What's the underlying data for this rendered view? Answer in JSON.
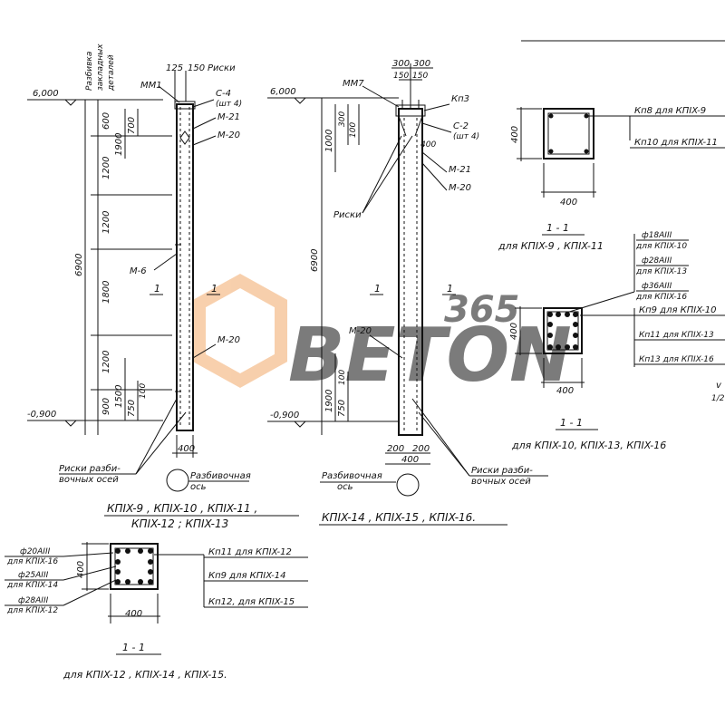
{
  "watermark": {
    "brand": "BETON",
    "sub": "365",
    "color": "#F2A96A"
  },
  "column_left": {
    "level_top": "6,000",
    "level_bottom": "-0,900",
    "side_label_lines": [
      "Разбивка",
      "закладных",
      "деталей"
    ],
    "top_dims": [
      "125",
      "150"
    ],
    "riski_label": "Риски",
    "mm_label": "ММ1",
    "c4_label": "С-4",
    "c4_qty": "(шт 4)",
    "m21_label": "М-21",
    "m20_label": "М-20",
    "m6_label": "М-6",
    "m20_lower_label": "М-20",
    "section_mark": "1",
    "total_height": "6900",
    "segments": [
      "600",
      "1200",
      "1200",
      "1800",
      "1200",
      "900"
    ],
    "inner_dims": [
      "1900",
      "700",
      "1500",
      "750",
      "100"
    ],
    "width_dim": "400",
    "bottom_label_lines": [
      "Риски разби-",
      "вочных осей"
    ],
    "axis_label_lines": [
      "Разбивочная",
      "ось"
    ],
    "caption_lines": [
      "КПIX-9 , КПIX-10 , КПIX-11 ,",
      "КПIX-12 ; КПIX-13"
    ]
  },
  "column_right": {
    "level_top": "6,000",
    "level_bottom": "-0,900",
    "top_dims": [
      "300",
      "300",
      "150",
      "150"
    ],
    "mm_label": "ММ7",
    "kp3_label": "Кп3",
    "c2_label": "С-2",
    "c2_qty": "(шт 4)",
    "m21_label": "М-21",
    "m20_label": "М-20",
    "m20_lower_label": "М-20",
    "riski_label": "Риски",
    "section_mark": "1",
    "total_height": "6900",
    "inner_dims": [
      "1000",
      "300",
      "100",
      "400",
      "1900",
      "100",
      "750"
    ],
    "bottom_dims": [
      "200",
      "200"
    ],
    "width_dim": "400",
    "bottom_label_lines": [
      "Риски разби-",
      "вочных осей"
    ],
    "axis_label_lines": [
      "Разбивочная",
      "ось"
    ],
    "caption": "КПIX-14 , КПIX-15 , КПIX-16."
  },
  "section_a": {
    "title": "1 - 1",
    "dim_side": "400",
    "dim_bottom": "400",
    "callouts": [
      "Кп8 для КПIX-9",
      "Кп10 для КПIX-11"
    ],
    "caption": "для КПIX-9 , КПIX-11"
  },
  "section_b": {
    "title": "1 - 1",
    "dim_side": "400",
    "dim_bottom": "400",
    "bars": [
      {
        "dia": "ф18АIII",
        "note": "для КПIX-10"
      },
      {
        "dia": "ф28АIII",
        "note": "для КПIX-13"
      },
      {
        "dia": "ф36АIII",
        "note": "для КПIX-16"
      }
    ],
    "callouts": [
      "Кп9 для КПIX-10",
      "Кп11 для КПIX-13",
      "Кп13   для КПIX-16"
    ],
    "caption": "для КПIX-10, КПIX-13, КПIX-16"
  },
  "section_c": {
    "title": "1 - 1",
    "dim_side": "400",
    "dim_bottom": "400",
    "bars": [
      {
        "dia": "ф20АIII",
        "note": "для КПIX-16"
      },
      {
        "dia": "ф25АIII",
        "note": "для КПIX-14"
      },
      {
        "dia": "ф28АIII",
        "note": "для КПIX-12"
      }
    ],
    "callouts": [
      "Кп11 для КПIX-12",
      "Кп9     для КПIX-14",
      "Кп12,     для КПIX-15"
    ],
    "caption": "для КПIX-12 , КПIX-14 , КПIX-15."
  },
  "edge_marks": [
    "v",
    "1/2"
  ]
}
